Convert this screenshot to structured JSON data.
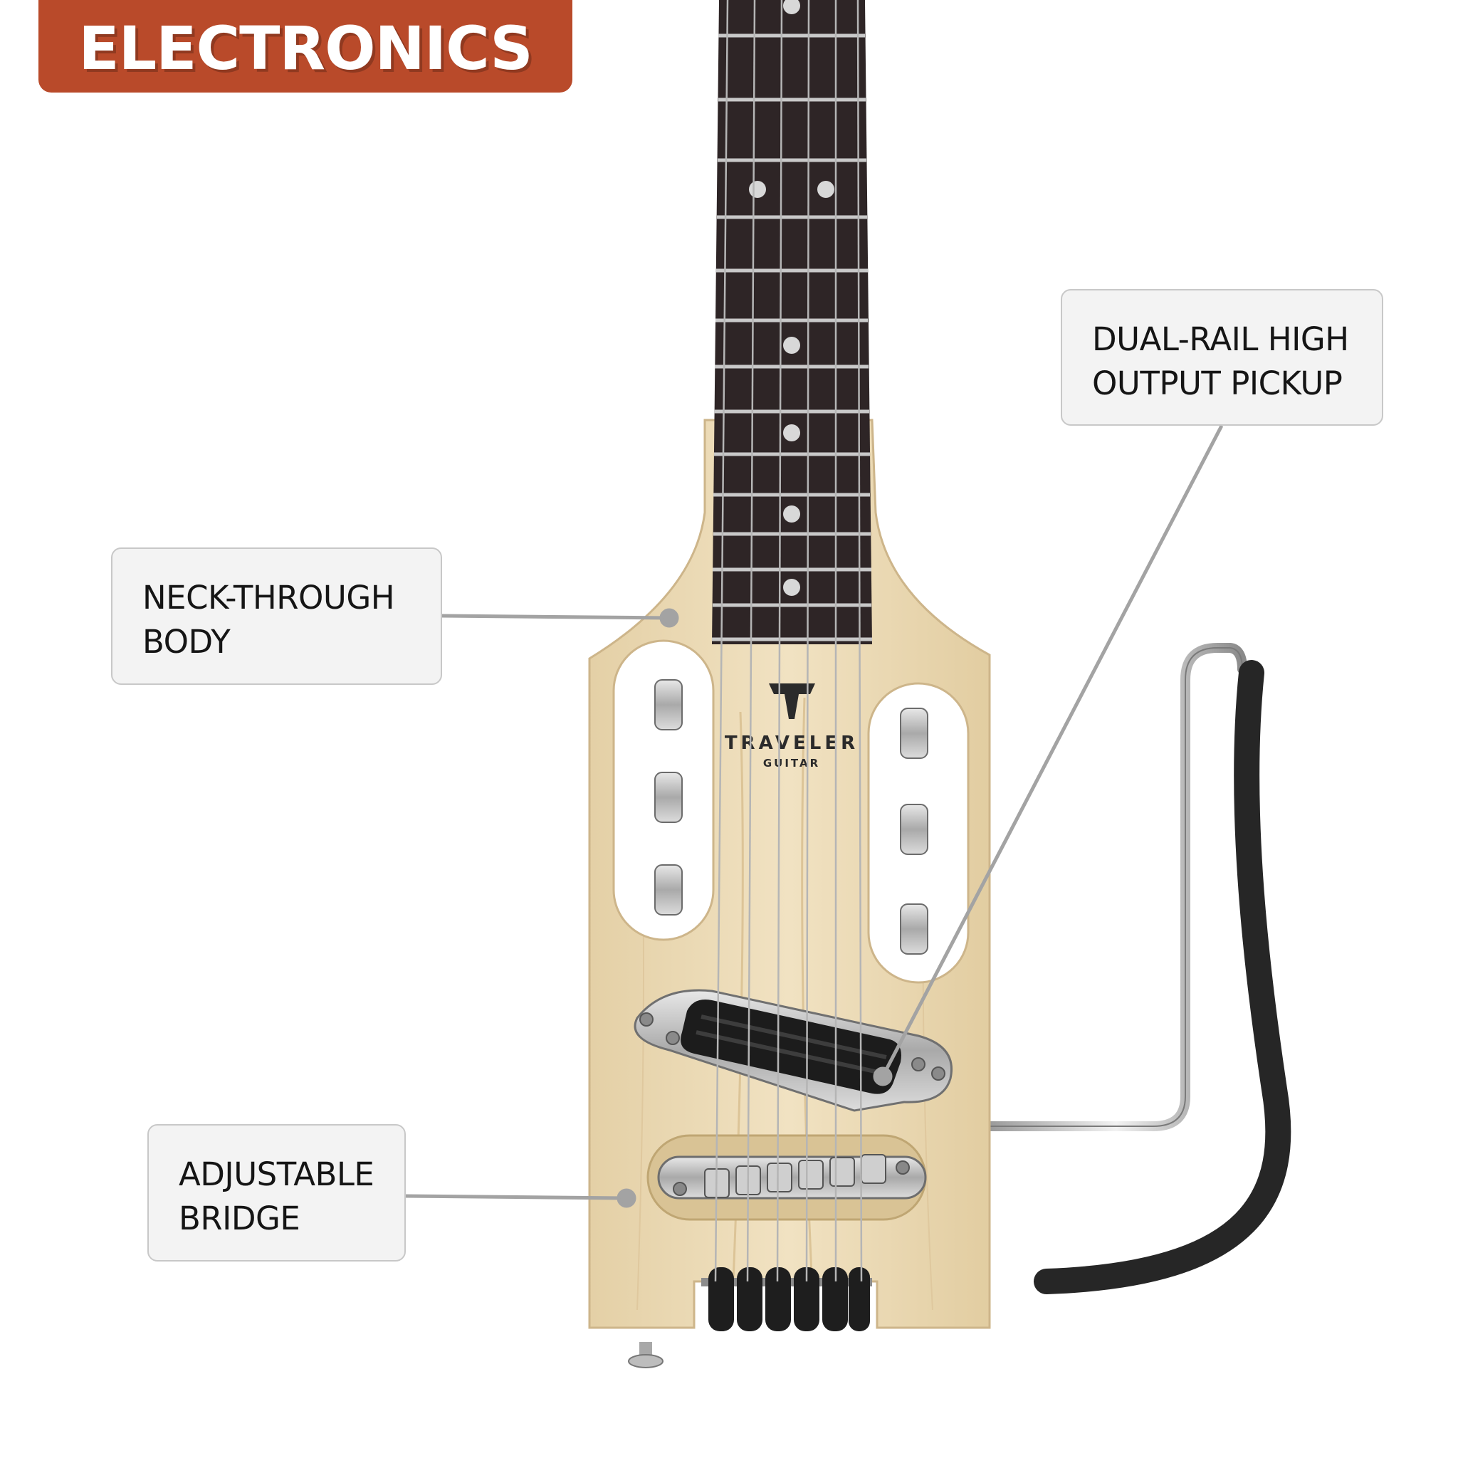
{
  "header": {
    "title": "ELECTRONICS",
    "color": "#b94a2a"
  },
  "callouts": {
    "pickup": {
      "label": "DUAL-RAIL HIGH\nOUTPUT PICKUP"
    },
    "neck": {
      "label": "NECK-THROUGH\nBODY"
    },
    "bridge": {
      "label": "ADJUSTABLE\nBRIDGE"
    }
  },
  "brand": {
    "logo_text": "TRAVELER",
    "logo_subtext": "GUITAR"
  },
  "colors": {
    "wood": "#ecdcb6",
    "fretboard": "#2e2526",
    "chrome": "#bdbdbd",
    "leader_line": "#a3a3a3",
    "foam": "#262626"
  }
}
